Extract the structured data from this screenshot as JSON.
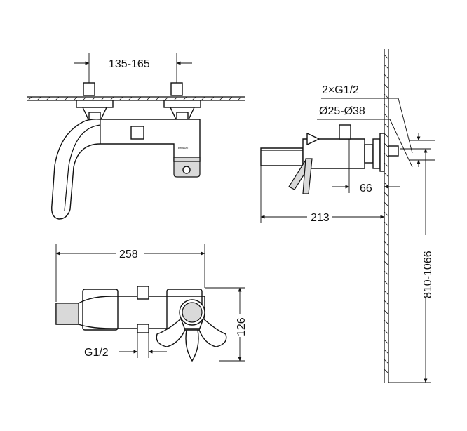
{
  "dimensions": {
    "inlet_spacing": "135-165",
    "inlet_threads": "2×G1/2",
    "flange_diameter": "Ø25-Ø38",
    "flange_depth": "66",
    "projection": "213",
    "overall_length": "258",
    "height": "126",
    "thread": "G1/2",
    "mounting_height": "810-1066"
  },
  "brand_mark": "BRAVAT",
  "colors": {
    "line": "#111111",
    "fill_light": "#d9d9d9",
    "background": "#ffffff"
  }
}
